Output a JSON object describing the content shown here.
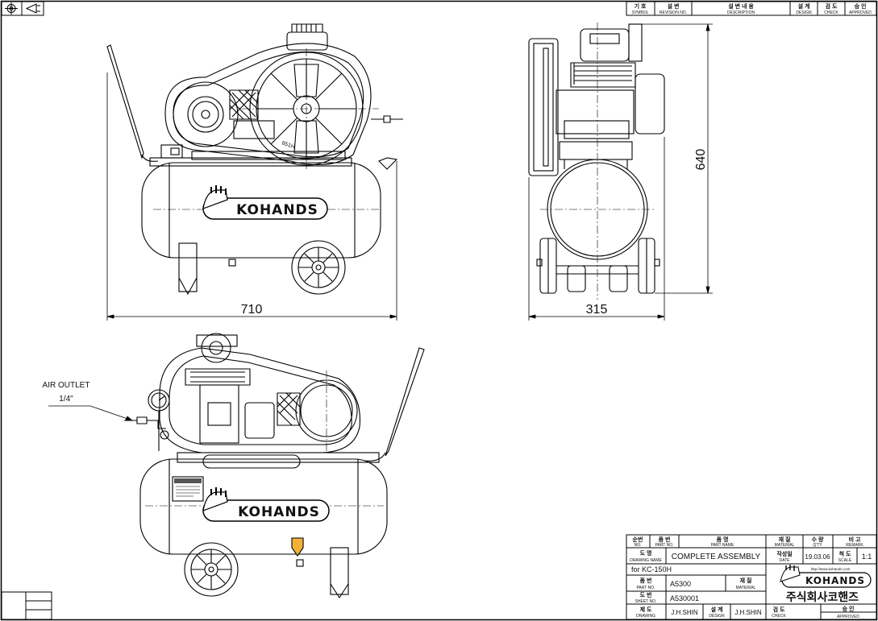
{
  "dimensions": {
    "width": "710",
    "depth": "315",
    "height": "640"
  },
  "callout": {
    "line1": "AIR OUTLET",
    "line2": "1/4\""
  },
  "brand": {
    "logo": "KOHANDS",
    "url": "http://www.kohands.com",
    "korean": "주식회사코핸즈"
  },
  "tank_label": {
    "stamp": "651H"
  },
  "revision_header": {
    "symbol_ko": "기 호",
    "symbol_en": "SYMBOL",
    "revision_ko": "설 변",
    "revision_en": "REVISION NO.",
    "description_ko": "설 변 내 용",
    "description_en": "DESCRIPTION",
    "design_ko": "설 계",
    "design_en": "DESIGN",
    "check_ko": "검 도",
    "check_en": "CHECK",
    "approved_ko": "승 인",
    "approved_en": "APPROVED"
  },
  "title_block": {
    "no_ko": "순번",
    "no_en": "NO.",
    "part_no_ko": "품 번",
    "part_no_en": "PART NO.",
    "part_name_ko": "품 명",
    "part_name_en": "PART NAME",
    "material_ko": "재 질",
    "material_en": "MATERIAL",
    "qty_ko": "수 량",
    "qty_en": "Q'TY",
    "remark_ko": "비 고",
    "remark_en": "REMARK",
    "drawing_name_ko": "도 명",
    "drawing_name_en": "DRAWING NAME",
    "drawing_name": "COMPLETE ASSEMBLY",
    "date_ko": "작성일",
    "date_en": "DATE",
    "date": "19.03.06",
    "scale_ko": "척 도",
    "scale_en": "SCALE",
    "scale": "1:1",
    "for_model": "for KC-150H",
    "partno_ko": "품 번",
    "partno_en": "PART NO.",
    "part_no": "A5300",
    "material2_ko": "재 질",
    "material2_en": "MATERIAL",
    "sheet_ko": "도 번",
    "sheet_en": "SHEET NO.",
    "sheet_no": "A530001",
    "drawing_ko": "제 도",
    "drawing_en": "DRAWING",
    "drawn_by": "J.H.SHIN",
    "design_ko": "설 계",
    "design_en": "DESIGN",
    "designed_by": "J.H.SHIN",
    "check_ko": "검 도",
    "check_en": "CHECK",
    "approved_ko": "승 인",
    "approved_en": "APPROVED"
  }
}
